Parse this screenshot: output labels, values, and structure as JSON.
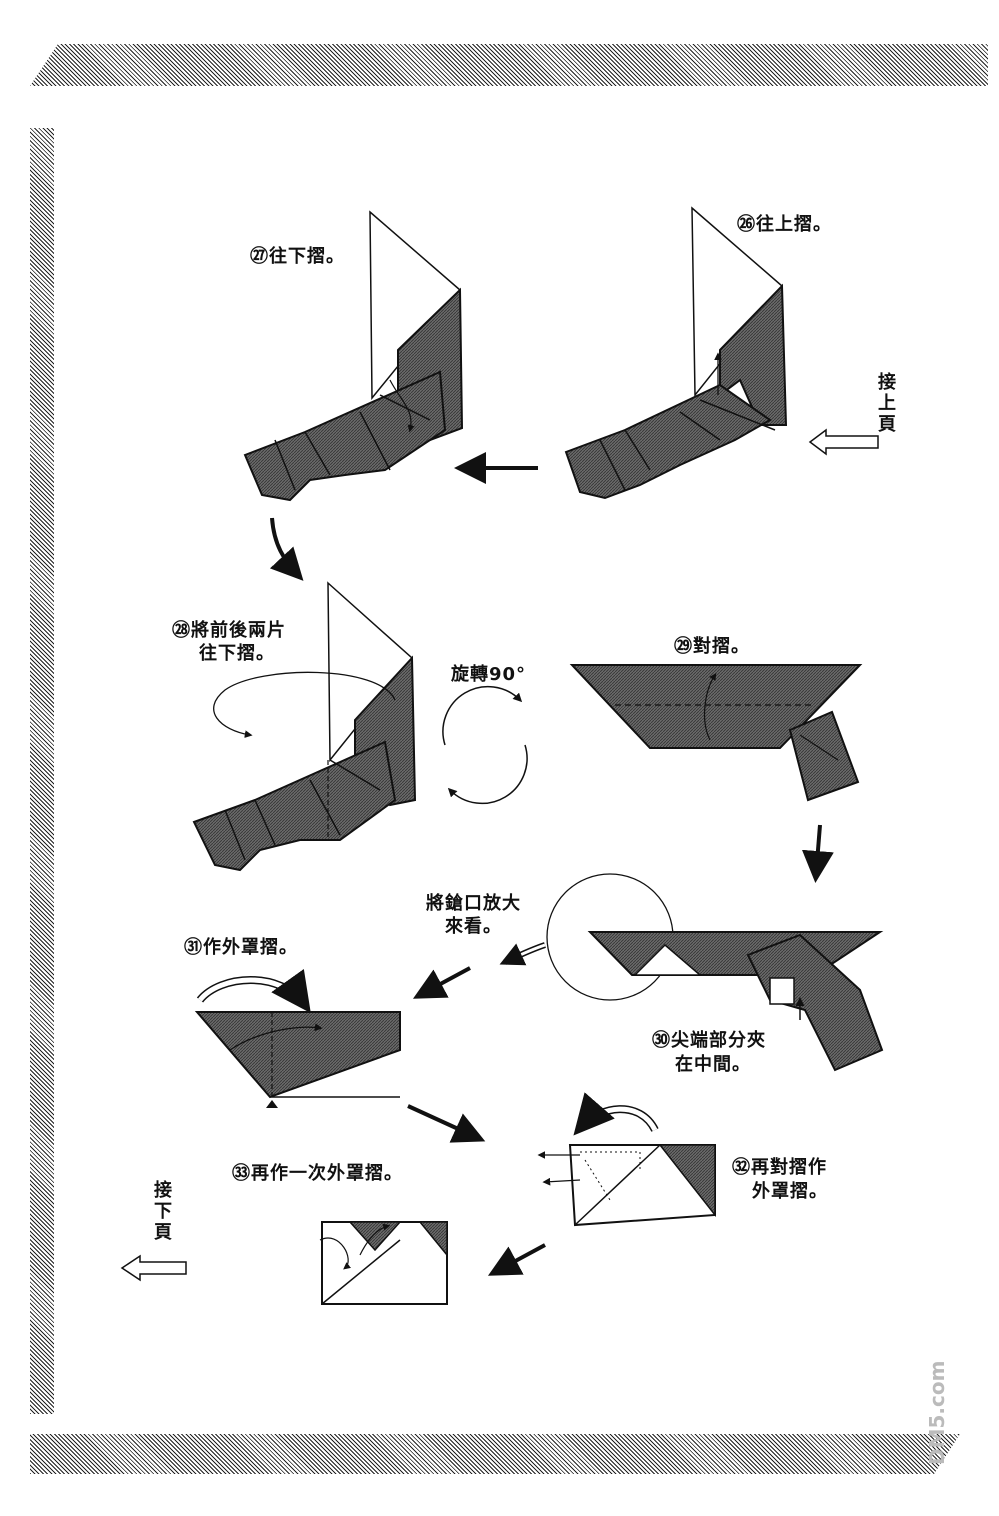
{
  "steps": {
    "s26": "㉖往上摺。",
    "s27": "㉗往下摺。",
    "s28_line1": "㉘將前後兩片",
    "s28_line2": "往下摺。",
    "rotate": "旋轉90°",
    "s29": "㉙對摺。",
    "zoom_line1": "將鎗口放大",
    "zoom_line2": "來看。",
    "s30_line1": "㉚尖端部分夾",
    "s30_line2": "在中間。",
    "s31": "㉛作外罩摺。",
    "s32_line1": "㉜再對摺作",
    "s32_line2": "外罩摺。",
    "s33": "㉝再作一次外罩摺。"
  },
  "from_prev_page": [
    "接",
    "上",
    "頁"
  ],
  "to_next_page": [
    "接",
    "下",
    "頁"
  ],
  "watermark": "DM5.com",
  "colors": {
    "ink": "#111111",
    "shade": "#555555",
    "paper": "#ffffff"
  }
}
